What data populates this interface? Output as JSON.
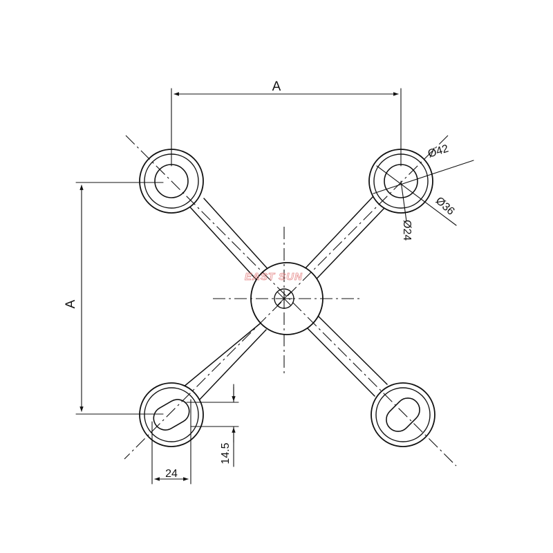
{
  "dimensions": {
    "spacing_horizontal": "A",
    "spacing_vertical": "A",
    "outer_diameter": "Ø42",
    "middle_diameter": "Ø36",
    "hole_diameter": "Ø24",
    "slot_width": "24",
    "slot_height": "14.5"
  },
  "watermark": "EAST SUN"
}
